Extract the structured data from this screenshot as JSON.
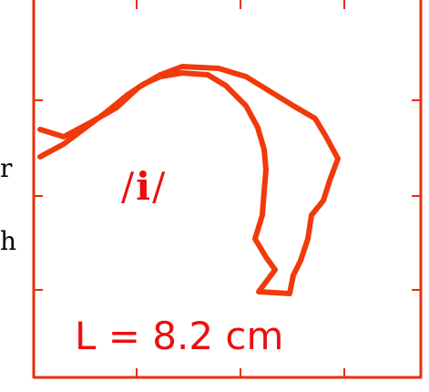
{
  "diagram": {
    "phoneme": {
      "slash_open": "/",
      "vowel": "i",
      "slash_close": "/"
    },
    "length_label": "L = 8.2 cm",
    "left_edge_fragments": [
      "r",
      "h"
    ],
    "colors": {
      "frame": "#e8300a",
      "tract": "#f03a0c",
      "label": "#e80f0f"
    }
  }
}
